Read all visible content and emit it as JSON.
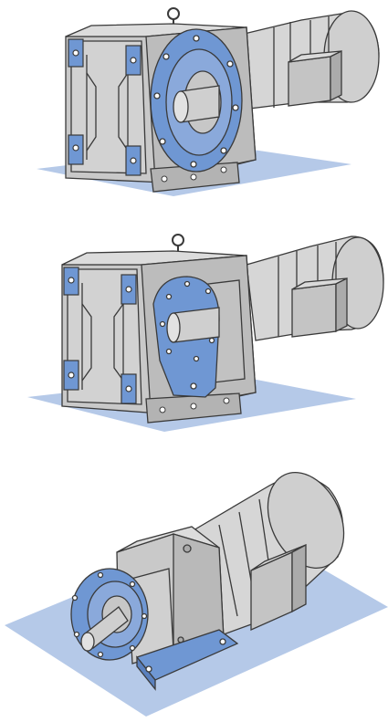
{
  "colors": {
    "ground": "#b5c9e8",
    "housing_light": "#d4d4d4",
    "housing_mid": "#bdbdbd",
    "housing_dark": "#9a9a9a",
    "accent_blue": "#6f97d3",
    "outline": "#3a3a3a"
  },
  "figures": [
    {
      "variant": "bevel-helical gearmotor with hollow shaft and large round output flange",
      "accent": "accent_blue"
    },
    {
      "variant": "bevel-helical gearmotor with torque arm / foot-flange",
      "accent": "accent_blue"
    },
    {
      "variant": "helical inline gearmotor with round output flange, foot mounted",
      "accent": "accent_blue"
    }
  ]
}
